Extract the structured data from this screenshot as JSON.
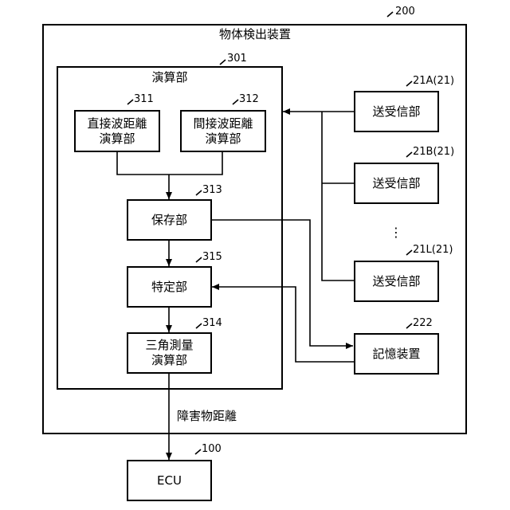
{
  "device": {
    "ref": "200",
    "title": "物体検出装置"
  },
  "calc_unit": {
    "ref": "301",
    "title": "演算部"
  },
  "direct_calc": {
    "ref": "311",
    "line1": "直接波距離",
    "line2": "演算部"
  },
  "indirect_calc": {
    "ref": "312",
    "line1": "間接波距離",
    "line2": "演算部"
  },
  "storage": {
    "ref": "313",
    "label": "保存部"
  },
  "identify": {
    "ref": "315",
    "label": "特定部"
  },
  "triangulation": {
    "ref": "314",
    "line1": "三角測量",
    "line2": "演算部"
  },
  "transceivers": [
    {
      "ref": "21A(21)",
      "label": "送受信部"
    },
    {
      "ref": "21B(21)",
      "label": "送受信部"
    },
    {
      "ref": "21L(21)",
      "label": "送受信部"
    }
  ],
  "ellipsis": "⋮",
  "memory": {
    "ref": "222",
    "label": "記憶装置"
  },
  "obstacle_distance": "障害物距離",
  "ecu": {
    "ref": "100",
    "label": "ECU"
  }
}
